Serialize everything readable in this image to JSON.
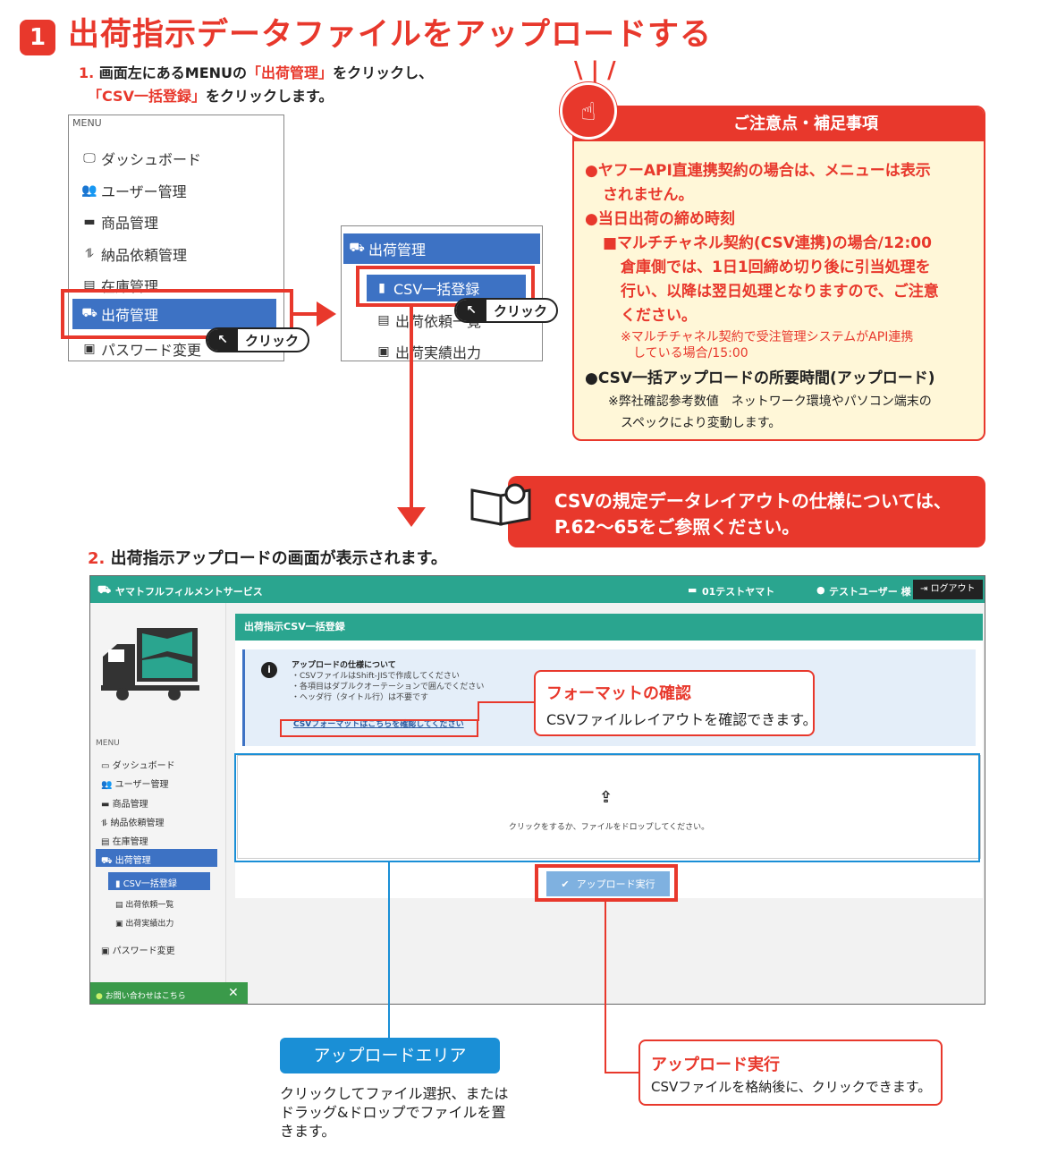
{
  "heading": {
    "step_number": "1",
    "title": "出荷指示データファイルをアップロードする"
  },
  "step1": {
    "number": "1.",
    "line1_pre": "画面左にあるMENUの",
    "line1_highlight": "「出荷管理」",
    "line1_post": "をクリックし、",
    "line2_highlight": "「CSV一括登録」",
    "line2_post": "をクリックします。"
  },
  "main_menu": {
    "header": "MENU",
    "items": [
      {
        "icon": "monitor-icon",
        "label": "ダッシュボード"
      },
      {
        "icon": "users-icon",
        "label": "ユーザー管理"
      },
      {
        "icon": "store-icon",
        "label": "商品管理"
      },
      {
        "icon": "dolly-icon",
        "label": "納品依頼管理"
      },
      {
        "icon": "archive-icon",
        "label": "在庫管理"
      },
      {
        "icon": "truck-icon",
        "label": "出荷管理"
      },
      {
        "icon": "id-card-icon",
        "label": "パスワード変更"
      }
    ],
    "click_label": "クリック"
  },
  "sub_menu": {
    "parent": "出荷管理",
    "items": [
      {
        "icon": "file-icon",
        "label": "CSV一括登録"
      },
      {
        "icon": "list-icon",
        "label": "出荷依頼一覧"
      },
      {
        "icon": "save-icon",
        "label": "出荷実績出力"
      }
    ],
    "click_label": "クリック"
  },
  "notes": {
    "title": "ご注意点・補足事項",
    "lines": [
      "●ヤフーAPI直連携契約の場合は、メニューは表示",
      "されません。",
      "●当日出荷の締め時刻",
      "■マルチチャネル契約(CSV連携)の場合/12:00",
      "倉庫側では、1日1回締め切り後に引当処理を",
      "行い、以降は翌日処理となりますので、ご注意",
      "ください。",
      "※マルチチャネル契約で受注管理システムがAPI連携",
      "している場合/15:00",
      "●CSV一括アップロードの所要時間(アップロード)",
      "※弊社確認参考数値　ネットワーク環境やパソコン端末の",
      "スペックにより変動します。"
    ]
  },
  "reference": {
    "line1": "CSVの規定データレイアウトの仕様については、",
    "line2": "P.62〜65をご参照ください。"
  },
  "step2": {
    "number": "2.",
    "text": "出荷指示アップロードの画面が表示されます。"
  },
  "app": {
    "brand": "ヤマトフルフィルメントサービス",
    "company": "01テストヤマト",
    "user": "テストユーザー 様",
    "logout": "ログアウト",
    "sidebar": {
      "menu_header": "MENU",
      "items": [
        "ダッシュボード",
        "ユーザー管理",
        "商品管理",
        "納品依頼管理",
        "在庫管理",
        "出荷管理"
      ],
      "sub_items": [
        "CSV一括登録",
        "出荷依頼一覧",
        "出荷実績出力"
      ],
      "last_item": "パスワード変更",
      "contact": "お問い合わせはこちら"
    },
    "card_title": "出荷指示CSV一括登録",
    "info": {
      "title": "アップロードの仕様について",
      "bullets": [
        "・CSVファイルはShift-JISで作成してください",
        "・各項目はダブルクオーテーションで囲んでください",
        "・ヘッダ行（タイトル行）は不要です"
      ],
      "link": "CSVフォーマットはこちらを確認してください"
    },
    "drop_text": "クリックをするか、ファイルをドロップしてください。",
    "upload_button": "アップロード実行"
  },
  "callouts": {
    "format": {
      "title": "フォーマットの確認",
      "text": "CSVファイルレイアウトを確認できます。"
    },
    "upload_area": {
      "label": "アップロードエリア",
      "text1": "クリックしてファイル選択、または",
      "text2": "ドラッグ&ドロップでファイルを置",
      "text3": "きます。"
    },
    "upload_exec": {
      "title": "アップロード実行",
      "text": "CSVファイルを格納後に、クリックできます。"
    }
  },
  "colors": {
    "accent_red": "#e8382c",
    "teal": "#2aa58f",
    "menu_blue": "#3d72c4",
    "notes_bg": "#fff7d8",
    "label_blue": "#1a8fd6"
  }
}
